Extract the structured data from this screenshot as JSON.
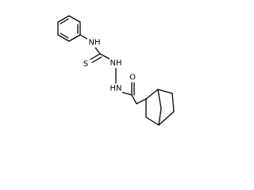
{
  "molecule": {
    "atom_labels": {
      "nh_phenyl": "NH",
      "sulfur": "S",
      "nh_hydrazine_1": "NH",
      "nh_hydrazine_2": "HN",
      "oxygen": "O"
    }
  }
}
